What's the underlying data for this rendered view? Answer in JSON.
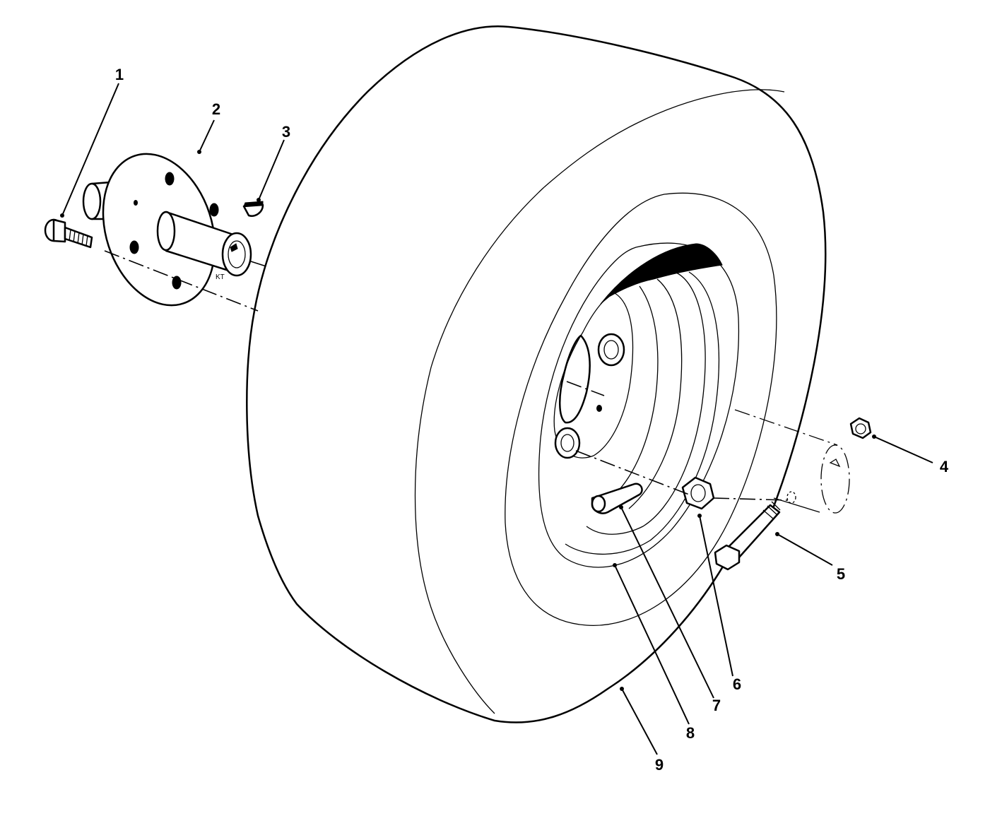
{
  "callouts": [
    {
      "label": "1",
      "part": "bolt"
    },
    {
      "label": "2",
      "part": "hub"
    },
    {
      "label": "3",
      "part": "key"
    },
    {
      "label": "4",
      "part": "nut"
    },
    {
      "label": "5",
      "part": "bolt"
    },
    {
      "label": "6",
      "part": "lug-nut"
    },
    {
      "label": "7",
      "part": "valve-stem"
    },
    {
      "label": "8",
      "part": "rim"
    },
    {
      "label": "9",
      "part": "tire"
    }
  ],
  "hub_mark": "KT"
}
